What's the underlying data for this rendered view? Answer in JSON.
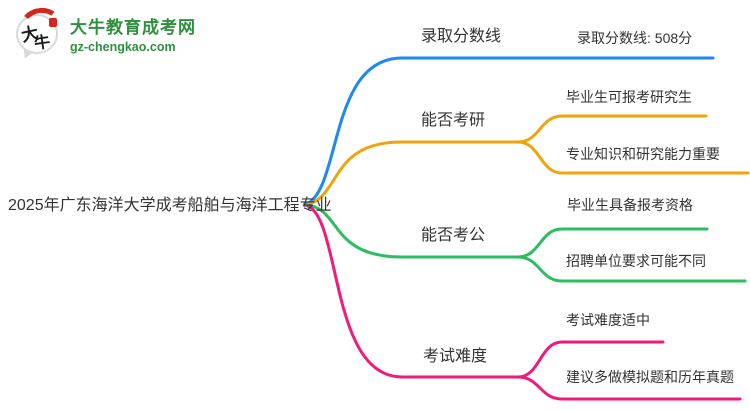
{
  "brand": {
    "name": "大牛教育成考网",
    "domain": "gz-chengkao.com",
    "logo_chars": {
      "first": "大",
      "second": "牛"
    },
    "green": "#2e8f3f",
    "red": "#d6251d"
  },
  "root": {
    "label": "2025年广东海洋大学成考船舶与海洋工程专业"
  },
  "branches": [
    {
      "label": "录取分数线",
      "color": "#1e88f7",
      "leaves": [
        "录取分数线: 508分"
      ]
    },
    {
      "label": "能否考研",
      "color": "#f0a30a",
      "leaves": [
        "毕业生可报考研究生",
        "专业知识和研究能力重要"
      ]
    },
    {
      "label": "能否考公",
      "color": "#2bbd5e",
      "leaves": [
        "毕业生具备报考资格",
        "招聘单位要求可能不同"
      ]
    },
    {
      "label": "考试难度",
      "color": "#ef1a7b",
      "leaves": [
        "考试难度适中",
        "建议多做模拟题和历年真题"
      ]
    }
  ]
}
